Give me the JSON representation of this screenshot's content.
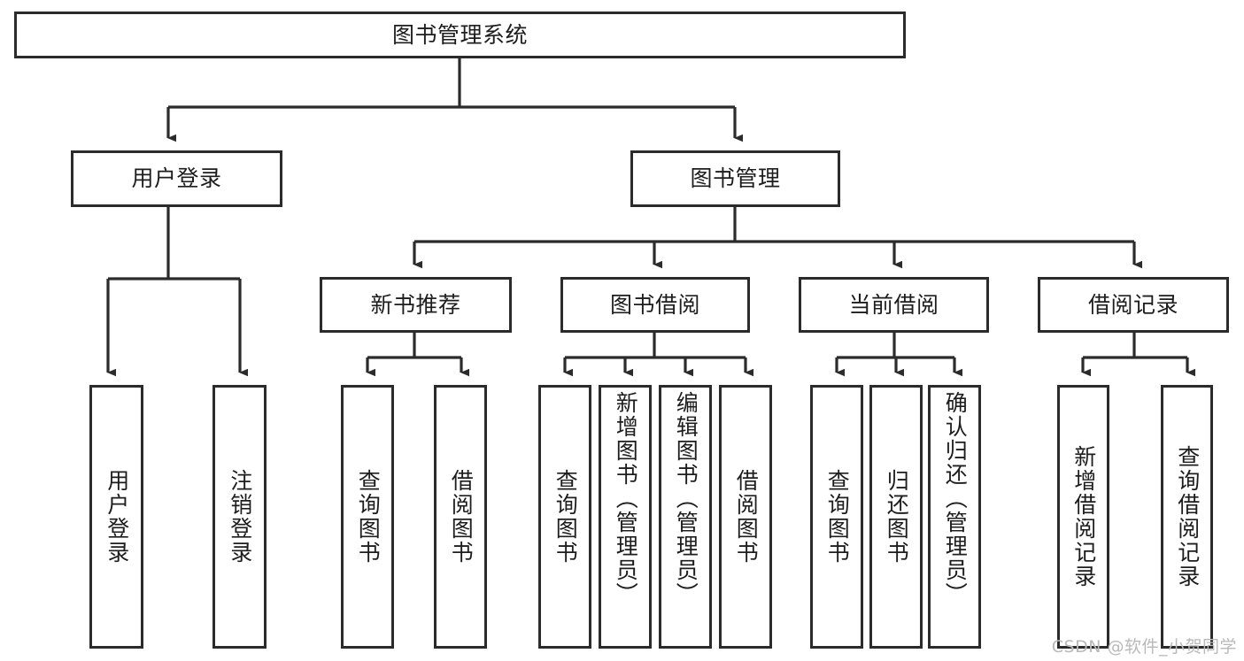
{
  "diagram": {
    "title": "图书管理系统",
    "watermark": "CSDN @软件_小贺同学",
    "colors": {
      "box_border": "#2b2b2b",
      "box_fill": "#ffffff",
      "connector": "#2b2b2b",
      "text": "#1d1d1d",
      "watermark": "#b9b9b9",
      "background": "#ffffff"
    },
    "root": {
      "label": "图书管理系统"
    },
    "level2": [
      {
        "label": "用户登录"
      },
      {
        "label": "图书管理"
      }
    ],
    "level3": [
      {
        "label": "新书推荐"
      },
      {
        "label": "图书借阅"
      },
      {
        "label": "当前借阅"
      },
      {
        "label": "借阅记录"
      }
    ],
    "leaves": {
      "user_login": [
        {
          "label": "用户登录"
        },
        {
          "label": "注销登录"
        }
      ],
      "new_book_recommend": [
        {
          "label": "查询图书"
        },
        {
          "label": "借阅图书"
        }
      ],
      "book_borrow": [
        {
          "label": "查询图书"
        },
        {
          "label": "新增图书（管理员）"
        },
        {
          "label": "编辑图书（管理员）"
        },
        {
          "label": "借阅图书"
        }
      ],
      "current_borrow": [
        {
          "label": "查询图书"
        },
        {
          "label": "归还图书"
        },
        {
          "label": "确认归还（管理员）"
        }
      ],
      "borrow_record": [
        {
          "label": "新增借阅记录"
        },
        {
          "label": "查询借阅记录"
        }
      ]
    }
  }
}
